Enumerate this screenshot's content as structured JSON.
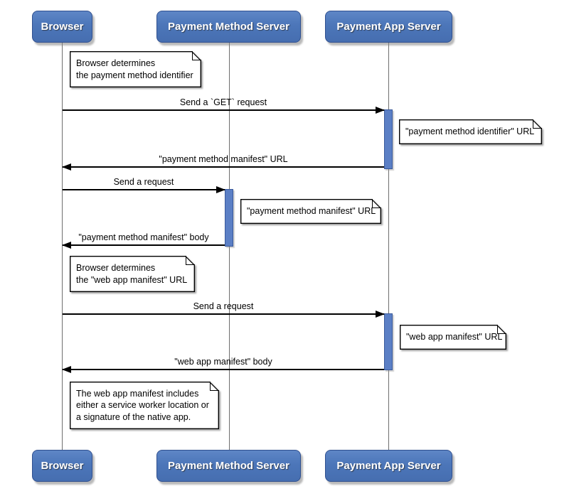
{
  "actors": [
    {
      "label": "Browser"
    },
    {
      "label": "Payment Method Server"
    },
    {
      "label": "Payment App Server"
    }
  ],
  "messages": [
    {
      "label": "Send a `GET` request",
      "from": "Browser",
      "to": "Payment App Server",
      "direction": "right"
    },
    {
      "label": "\"payment method manifest\" URL",
      "from": "Payment App Server",
      "to": "Browser",
      "direction": "left"
    },
    {
      "label": "Send a request",
      "from": "Browser",
      "to": "Payment Method Server",
      "direction": "right"
    },
    {
      "label": "\"payment method manifest\" body",
      "from": "Payment Method Server",
      "to": "Browser",
      "direction": "left"
    },
    {
      "label": "Send a request",
      "from": "Browser",
      "to": "Payment App Server",
      "direction": "right"
    },
    {
      "label": "\"web app manifest\" body",
      "from": "Payment App Server",
      "to": "Browser",
      "direction": "left"
    }
  ],
  "notes": [
    {
      "text": "Browser determines\nthe payment method identifier",
      "anchored_to": "Browser"
    },
    {
      "text": "\"payment method identifier\" URL",
      "anchored_to": "Payment App Server"
    },
    {
      "text": "\"payment method manifest\" URL",
      "anchored_to": "Payment Method Server"
    },
    {
      "text": "Browser determines\nthe \"web app manifest\" URL",
      "anchored_to": "Browser"
    },
    {
      "text": "\"web app manifest\" URL",
      "anchored_to": "Payment App Server"
    },
    {
      "text": "The web app manifest includes\neither a service worker location or\na signature of the native app.",
      "anchored_to": "Browser"
    }
  ],
  "colors": {
    "actor_fill": "#4c76b9",
    "actor_border": "#30508f",
    "activation_fill": "#5b7fc5",
    "activation_border": "#3a5a9b",
    "lifeline": "#6e6e6e",
    "arrow": "#000000",
    "note_bg": "#ffffff",
    "note_border": "#000000"
  }
}
